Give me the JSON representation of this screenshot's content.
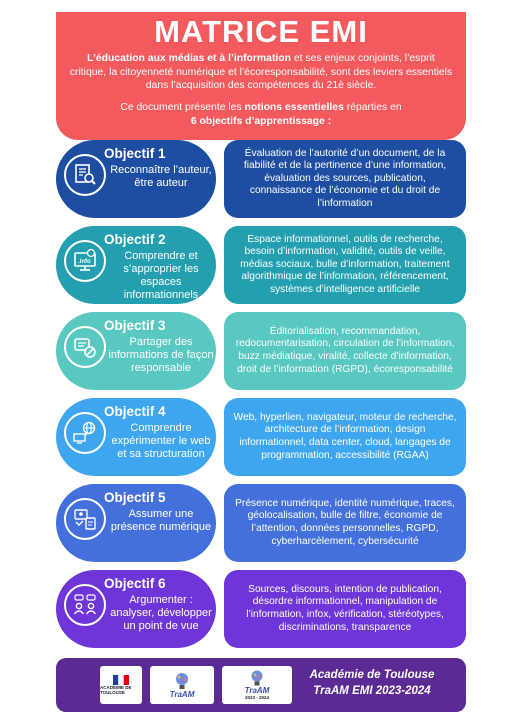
{
  "header": {
    "title": "MATRICE EMI",
    "intro_bold": "L’éducation aux médias et à l’information",
    "intro_rest": " et ses enjeux conjoints, l’esprit critique, la citoyenneté numérique et l’écoresponsabilité, sont des leviers essentiels dans l’acquisition des compétences du 21è siècle.",
    "doc_prefix": "Ce document présente les ",
    "doc_bold1": "notions essentielles",
    "doc_middle": " réparties en",
    "doc_bold2": "6 objectifs d’apprentissage :"
  },
  "objectives": [
    {
      "title": "Objectif 1",
      "desc": "Reconnaître l’auteur, être auteur",
      "icon": "document-search-icon",
      "notions": "Évaluation de l’autorité d’un document, de la fiabilité et de la pertinence d’une information, évaluation des sources, publication, connaissance de l’économie et du droit de l’information"
    },
    {
      "title": "Objectif 2",
      "desc": "Comprendre et s’approprier les espaces informationnels",
      "icon": "computer-info-icon",
      "notions": "Espace informationnel, outils de recherche, besoin d’information, validité, outils de veille, médias sociaux, bulle d’information, traitement algorithmique de l’information, référencement, systèmes d’intelligence artificielle"
    },
    {
      "title": "Objectif 3",
      "desc": "Partager des informations de façon responsable",
      "icon": "share-forbidden-icon",
      "notions": "Éditorialisation, recommandation, redocumentarisation,  circulation de l’information, buzz médiatique, viralité, collecte d’information, droit de l’information (RGPD), écoresponsabilité"
    },
    {
      "title": "Objectif 4",
      "desc": "Comprendre expérimenter le web et sa structuration",
      "icon": "web-network-icon",
      "notions": "Web, hyperlien, navigateur, moteur de recherche, architecture de l’information, design  informationnel, data center, cloud, langages de programmation, accessibilité (RGAA)"
    },
    {
      "title": "Objectif 5",
      "desc": "Assumer une présence numérique",
      "icon": "digital-presence-icon",
      "notions": "Présence numérique, identité numérique, traces, géolocalisation, bulle de filtre, économie de l’attention, données personnelles, RGPD, cyberharcèlement, cybersécurité"
    },
    {
      "title": "Objectif 6",
      "desc": "Argumenter : analyser, développer un point de vue",
      "icon": "debate-people-icon",
      "notions": "Sources, discours, intention de publication, désordre informationnel, manipulation de l’information, infox, vérification, stéréotypes, discriminations, transparence"
    }
  ],
  "footer": {
    "academie": "Académie de Toulouse",
    "traam": "TraAM EMI  2023-2024",
    "logo1_text": "ACADÉMIE DE TOULOUSE",
    "logo2_text": "TraAM",
    "logo3_text": "TraAM",
    "logo3_year": "2023 - 2024"
  },
  "colors": {
    "header": "#f25a5d",
    "obj1": "#1e4ea2",
    "obj2": "#239fb0",
    "obj3": "#58c8c0",
    "obj4": "#3ea6ee",
    "obj5": "#4470dc",
    "obj6": "#6e35d8",
    "footer": "#5b2a92"
  }
}
